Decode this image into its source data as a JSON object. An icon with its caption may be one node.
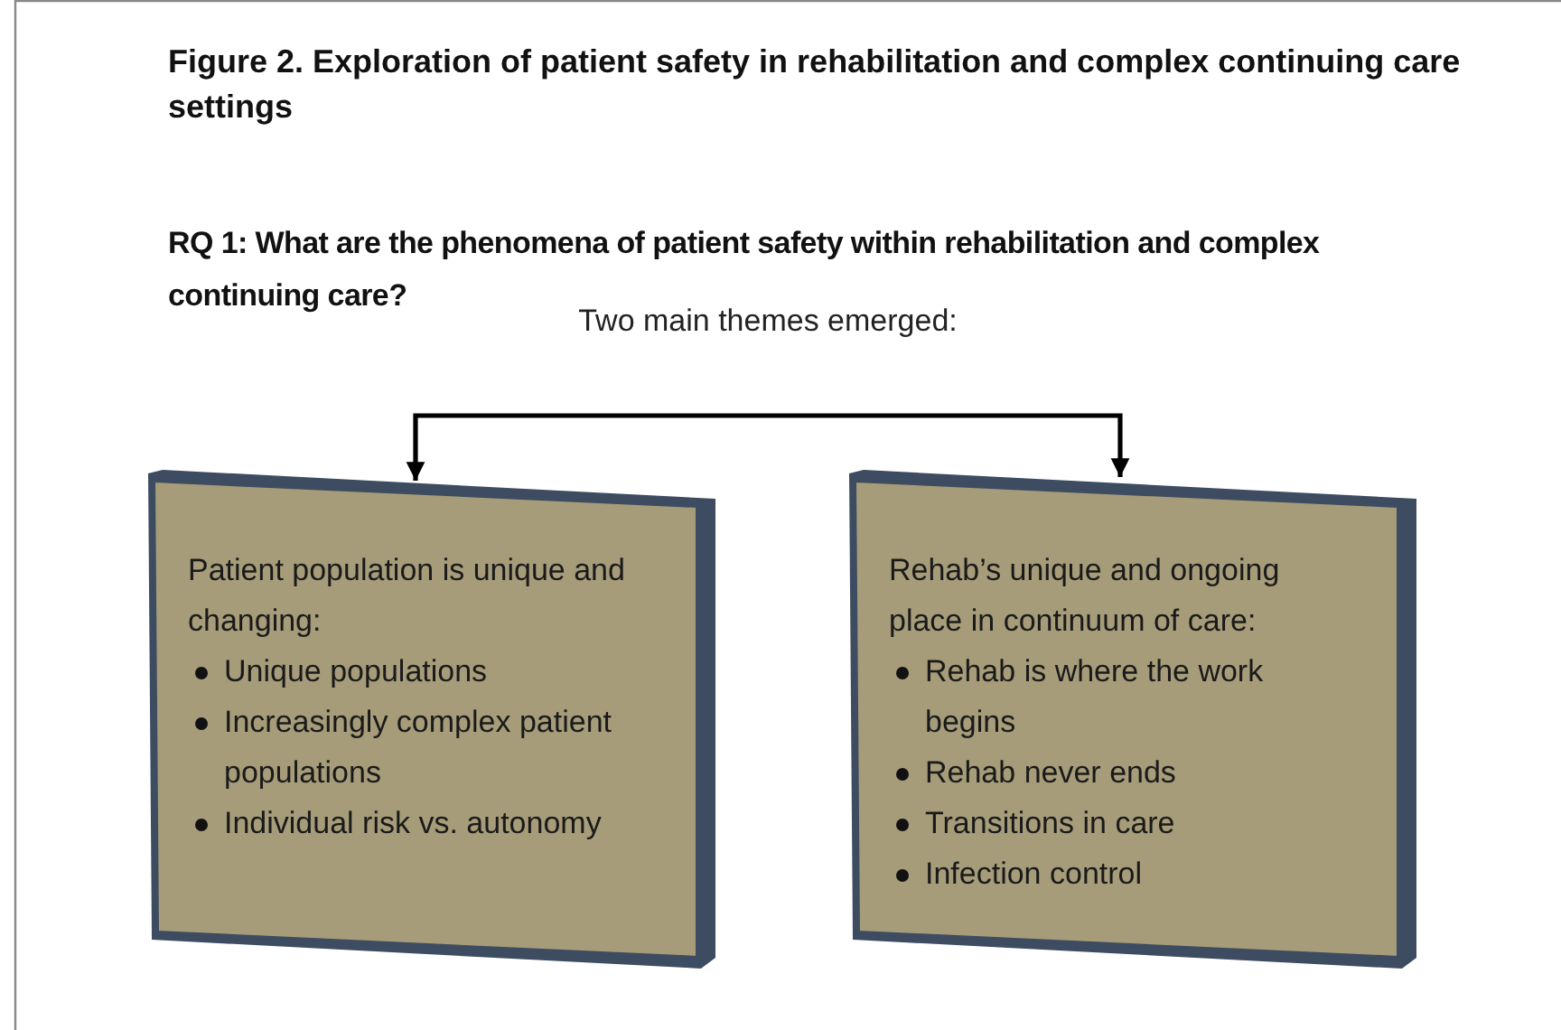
{
  "diagram": {
    "title": "Figure 2. Exploration of patient safety in rehabilitation and complex continuing care settings",
    "nodes": [
      {
        "text": [
          "Two main themes emerged:"
        ]
      },
      {
        "text": [
          "Patient population is unique and changing:",
          "Unique populations",
          "Increasingly complex patient populations",
          "Individual risk vs. autonomy"
        ]
      },
      {
        "text": [
          "Rehab’s unique and ongoing place in continuum of care:",
          "Rehab is where the work begins",
          "Rehab never ends",
          "Transitions in care",
          "Infection control"
        ]
      }
    ],
    "edges": [
      {
        "from": 0,
        "to": 1,
        "arrow": "to"
      },
      {
        "from": 0,
        "to": 2,
        "arrow": "to"
      }
    ],
    "labels": [
      "RQ 1: What are the phenomena of patient safety within rehabilitation and complex continuing care?"
    ]
  }
}
